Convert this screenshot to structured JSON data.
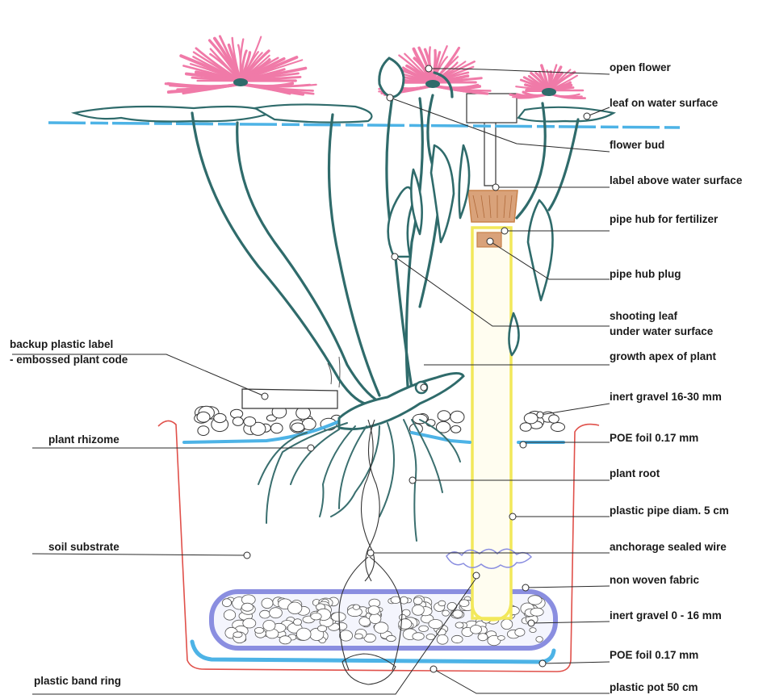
{
  "diagram": {
    "labels": {
      "open_flower": "open flower",
      "leaf_on_water_surface": "leaf on water surface",
      "flower_bud": "flower bud",
      "label_above_water_surface": "label above water surface",
      "pipe_hub_for_fertilizer": "pipe hub for fertilizer",
      "pipe_hub_plug": "pipe hub plug",
      "shooting_leaf_line1": "shooting leaf",
      "shooting_leaf_line2": "under water surface",
      "growth_apex": "growth apex of plant",
      "inert_gravel_top": "inert gravel 16-30 mm",
      "poe_foil_top": "POE foil 0.17 mm",
      "plant_root": "plant root",
      "plastic_pipe": "plastic pipe diam. 5 cm",
      "anchorage_wire": "anchorage sealed wire",
      "non_woven_fabric": "non woven fabric",
      "inert_gravel_bottom": "inert gravel 0 - 16 mm",
      "poe_foil_bottom": "POE foil 0.17 mm",
      "plastic_pot": "plastic pot 50 cm",
      "backup_label_line1": "backup plastic label",
      "backup_label_line2": "- embossed plant code",
      "plant_rhizome": "plant rhizome",
      "soil_substrate": "soil substrate",
      "plastic_band_ring": "plastic band ring"
    },
    "colors": {
      "water": "#4db3e6",
      "flower": "#f07aa8",
      "stem": "#2f6b6b",
      "pot": "#e0504a",
      "pipe": "#f2e85a",
      "fabric": "#8a8ee0",
      "hub": "#c9824a"
    }
  }
}
